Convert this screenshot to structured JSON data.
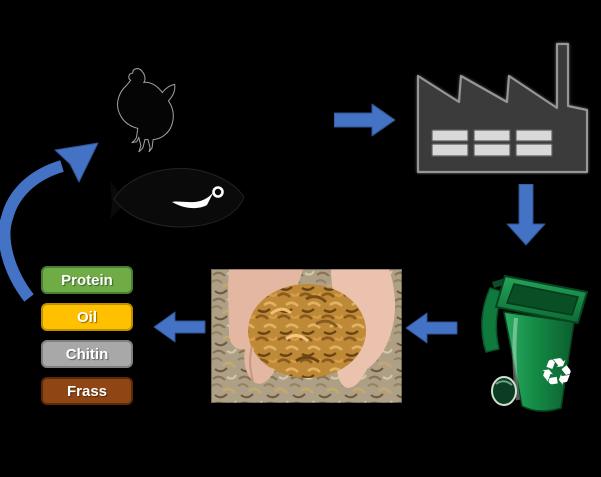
{
  "diagram": {
    "background_color": "#000000",
    "arrow_color": "#4472C4",
    "cycle_nodes": {
      "animal_feed": {
        "icons": [
          "chicken-silhouette",
          "fish-silhouette"
        ]
      },
      "factory": {
        "icon": "factory",
        "body_color": "#3B3B3B",
        "window_color": "#D9D9D9"
      },
      "waste_bin": {
        "icon": "recycling-bin",
        "color": "#178A45",
        "symbol": "recycle-symbol"
      },
      "mealworms": {
        "image": "hands-holding-mealworms-photo"
      }
    },
    "products": [
      {
        "label": "Protein",
        "fill": "#6FAC46",
        "border": "#4E7E33"
      },
      {
        "label": "Oil",
        "fill": "#FFC000",
        "border": "#BF8F00"
      },
      {
        "label": "Chitin",
        "fill": "#A8A8A8",
        "border": "#7F7F7F"
      },
      {
        "label": "Frass",
        "fill": "#8F4614",
        "border": "#5A2A0A"
      }
    ]
  }
}
